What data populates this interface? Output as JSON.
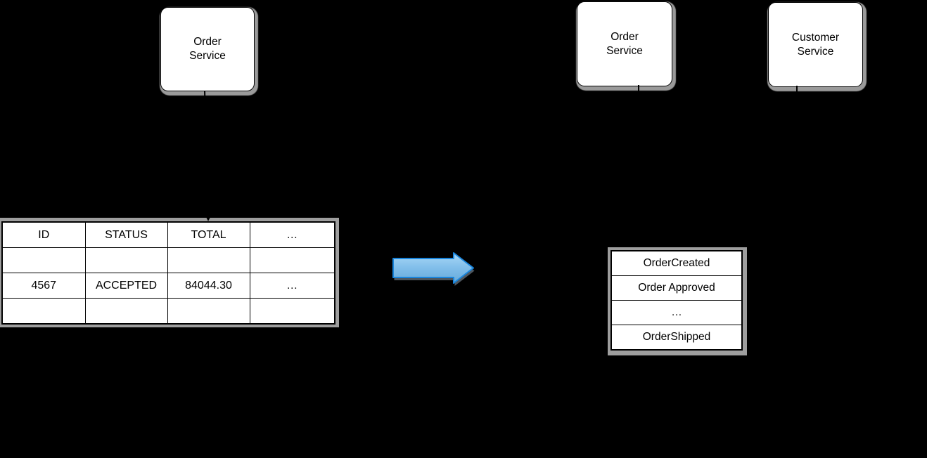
{
  "nodes": [
    {
      "id": "order-service-left",
      "lines": [
        "Order",
        "Service"
      ]
    },
    {
      "id": "order-service-right",
      "lines": [
        "Order",
        "Service"
      ]
    },
    {
      "id": "customer-service",
      "lines": [
        "Customer",
        "Service"
      ]
    }
  ],
  "order_table": {
    "headers": [
      "ID",
      "STATUS",
      "TOTAL",
      "…"
    ],
    "rows": [
      [
        "",
        "",
        "",
        ""
      ],
      [
        "4567",
        "ACCEPTED",
        "84044.30",
        "…"
      ],
      [
        "",
        "",
        "",
        ""
      ]
    ]
  },
  "event_table": {
    "rows": [
      "OrderCreated",
      "Order Approved",
      "…",
      "OrderShipped"
    ]
  },
  "arrow": {
    "fill_top": "#abd9f6",
    "fill_mid": "#84c0eb",
    "fill_bottom": "#65aadb",
    "stroke": "#1a85dc",
    "shadow": "#4d565e"
  },
  "colors": {
    "background": "#000000",
    "node_fill": "#ffffff",
    "node_border": "#000000",
    "shadow": "#9e9e9e",
    "table_border": "#000000",
    "text": "#000000",
    "connector": "#000000"
  }
}
